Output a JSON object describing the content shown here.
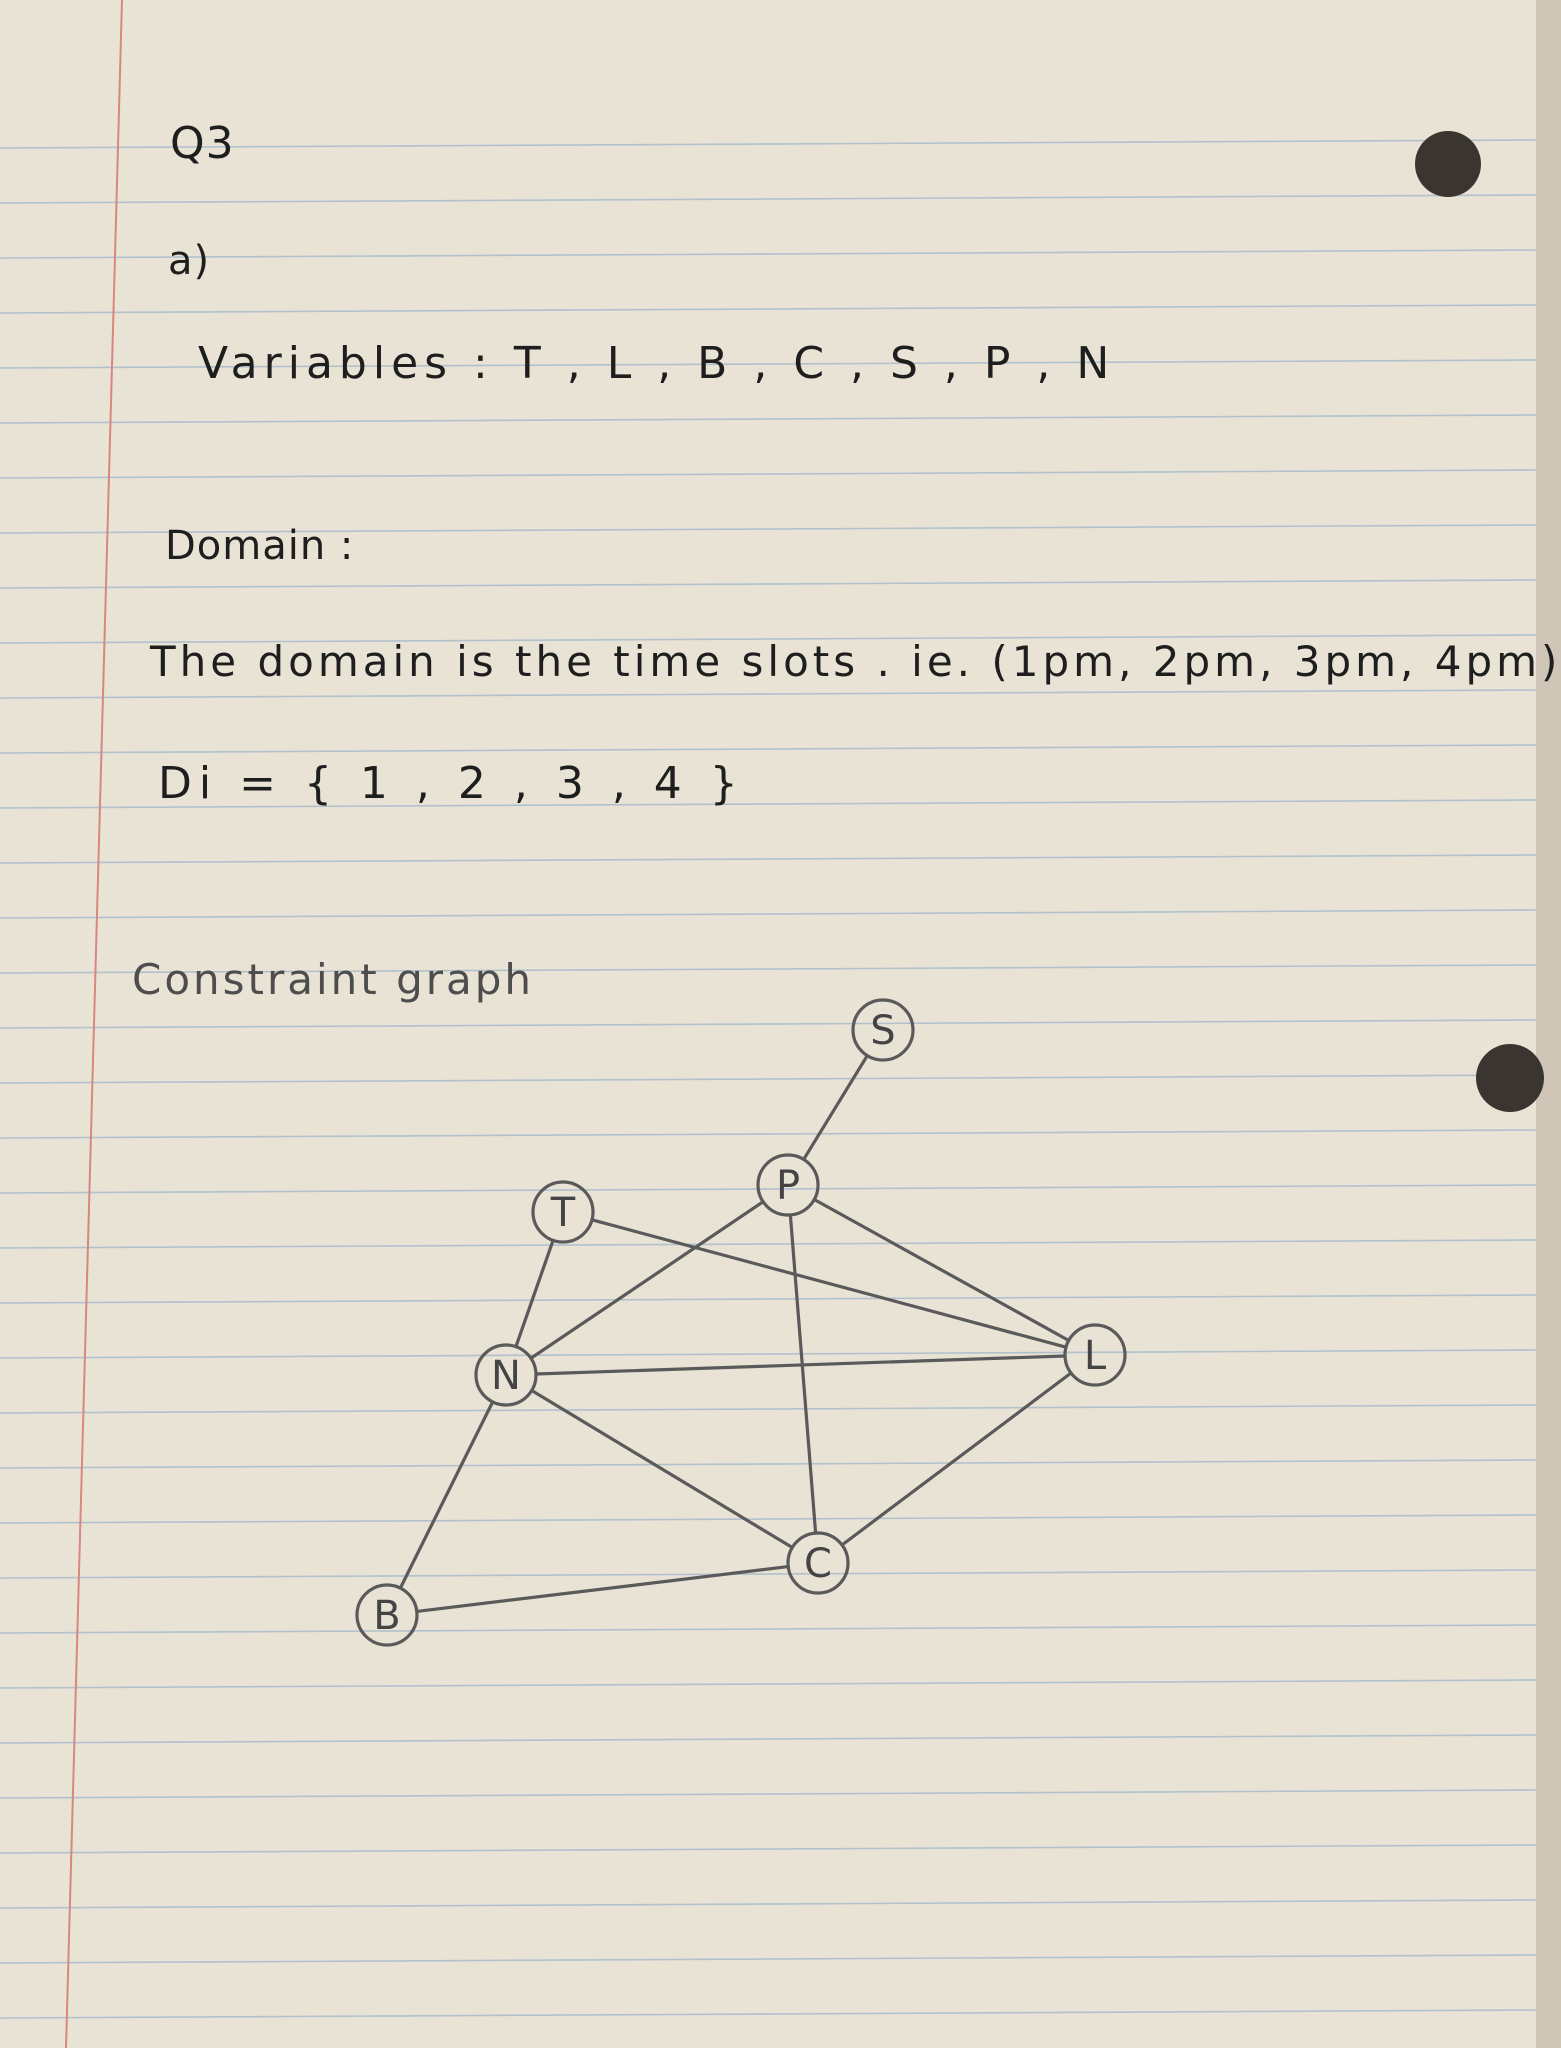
{
  "question_label": "Q3",
  "part_label": "a)",
  "variables_line": "Variables : T , L , B , C , S , P , N",
  "domain_heading": "Domain :",
  "domain_sentence": "The domain is the time slots . ie. (1pm, 2pm, 3pm, 4pm)",
  "domain_set": "Di = { 1 , 2 , 3 , 4 }",
  "graph_heading": "Constraint graph",
  "graph": {
    "nodes": [
      {
        "id": "S",
        "label": "S"
      },
      {
        "id": "P",
        "label": "P"
      },
      {
        "id": "T",
        "label": "T"
      },
      {
        "id": "N",
        "label": "N"
      },
      {
        "id": "L",
        "label": "L"
      },
      {
        "id": "C",
        "label": "C"
      },
      {
        "id": "B",
        "label": "B"
      }
    ],
    "edges": [
      [
        "S",
        "P"
      ],
      [
        "P",
        "N"
      ],
      [
        "P",
        "L"
      ],
      [
        "P",
        "C"
      ],
      [
        "T",
        "N"
      ],
      [
        "T",
        "L"
      ],
      [
        "N",
        "L"
      ],
      [
        "N",
        "C"
      ],
      [
        "N",
        "B"
      ],
      [
        "L",
        "C"
      ],
      [
        "B",
        "C"
      ]
    ]
  },
  "colors": {
    "paper": "#e9e3d6",
    "rule_line": "#9fb6c9",
    "margin_line": "#d8867f",
    "pen": "#1e1e1e",
    "pencil": "#5a5a5a"
  }
}
